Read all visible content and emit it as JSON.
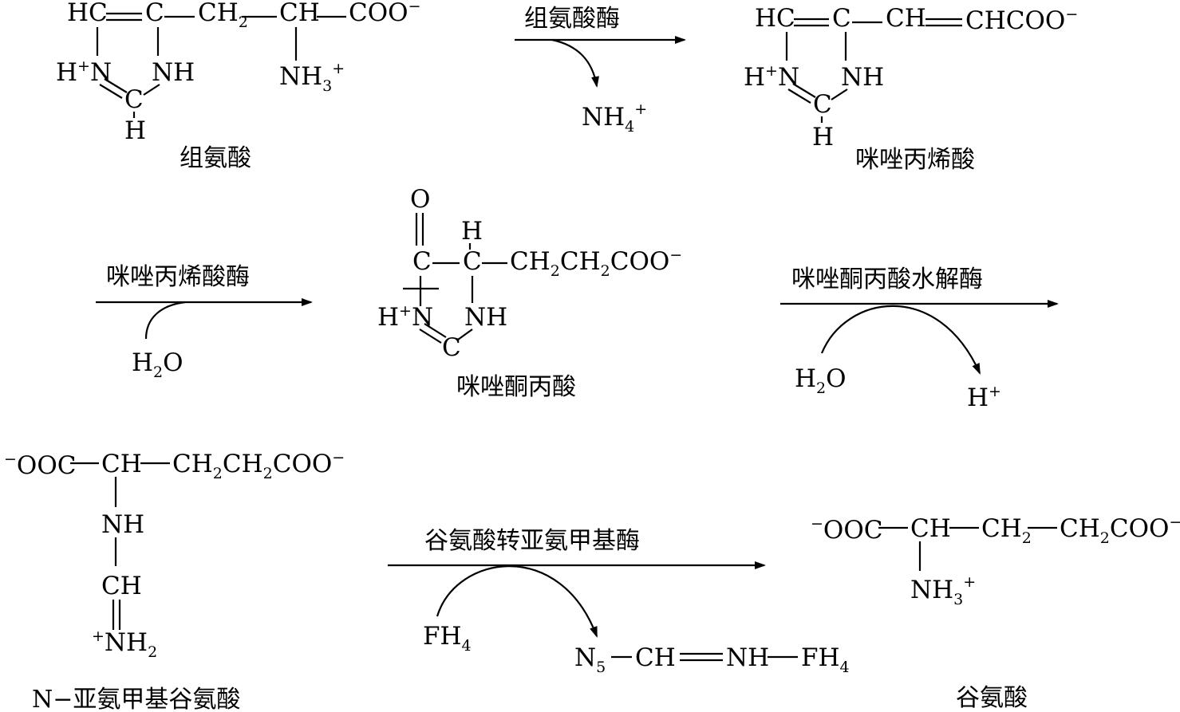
{
  "colors": {
    "ink": "#000000",
    "background": "#ffffff"
  },
  "molecules": {
    "histidine": {
      "name": "组氨酸",
      "hc": "HC",
      "c": "C",
      "ch2": "CH",
      "ch2_sub": "2",
      "ch": "CH",
      "coo": "COO",
      "coo_sup": "−",
      "hn": "H",
      "hn_sup": "+",
      "hn_n": "N",
      "nh": "NH",
      "nh3": "NH",
      "nh3_sub": "3",
      "nh3_sup": "+",
      "ring_c": "C",
      "ring_h": "H"
    },
    "urocanate": {
      "name": "咪唑丙烯酸",
      "hc": "HC",
      "c": "C",
      "ch": "CH",
      "chcoo": "CHCOO",
      "coo_sup": "−",
      "hn": "H",
      "hn_sup": "+",
      "hn_n": "N",
      "nh": "NH",
      "ring_c": "C",
      "ring_h": "H"
    },
    "imidazolonepropionate": {
      "name": "咪唑酮丙酸",
      "o": "O",
      "h": "H",
      "c1": "C",
      "c2": "C",
      "chain": "CH",
      "chain_sub1": "2",
      "chain2": "CH",
      "chain_sub2": "2",
      "coo": "COO",
      "coo_sup": "−",
      "hn": "H",
      "hn_sup": "+",
      "hn_n": "N",
      "nh": "NH",
      "ring_c": "C"
    },
    "formiminoglutamate": {
      "name": "N−亚氨甲基谷氨酸",
      "ooc_sup": "−",
      "ooc": "OOC",
      "ch": "CH",
      "chain": "CH",
      "chain_sub1": "2",
      "chain2": "CH",
      "chain_sub2": "2",
      "coo": "COO",
      "coo_sup": "−",
      "nh": "NH",
      "ch_imine": "CH",
      "nh2_sup": "+",
      "nh2": "NH",
      "nh2_sub": "2"
    },
    "glutamate": {
      "name": "谷氨酸",
      "ooc_sup": "−",
      "ooc": "OOC",
      "ch": "CH",
      "ch2": "CH",
      "ch2_sub": "2",
      "chain": "CH",
      "chain_sub": "2",
      "coo": "COO",
      "coo_sup": "−",
      "nh3": "NH",
      "nh3_sub": "3",
      "nh3_sup": "+"
    }
  },
  "reactions": [
    {
      "enzyme": "组氨酸酶",
      "side_in": "",
      "side_out": "NH",
      "side_out_sub": "4",
      "side_out_sup": "+"
    },
    {
      "enzyme": "咪唑丙烯酸酶",
      "side_in": "H",
      "side_in_sub": "2",
      "side_in_tail": "O",
      "side_out": ""
    },
    {
      "enzyme": "咪唑酮丙酸水解酶",
      "side_in": "H",
      "side_in_sub": "2",
      "side_in_tail": "O",
      "side_out": "H",
      "side_out_sup": "+"
    },
    {
      "enzyme": "谷氨酸转亚氨甲基酶",
      "side_in": "FH",
      "side_in_sub": "4",
      "side_out_parts": {
        "n": "N",
        "n_sub": "5",
        "ch": "CH",
        "nh": "NH",
        "fh": "FH",
        "fh_sub": "4"
      }
    }
  ]
}
